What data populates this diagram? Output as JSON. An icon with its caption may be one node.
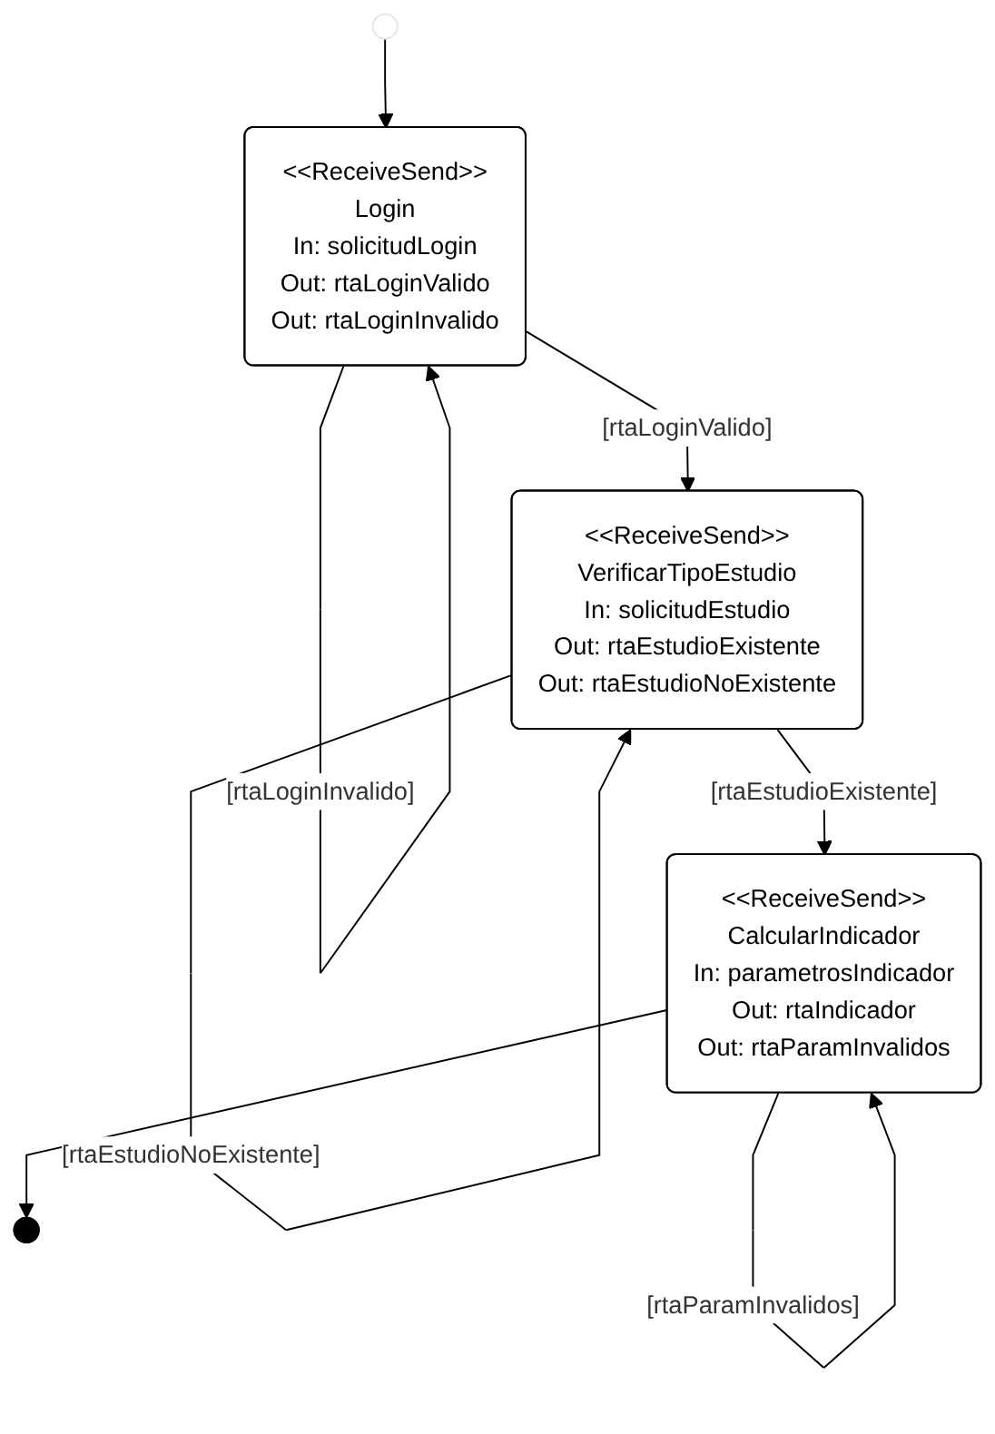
{
  "diagram": {
    "nodes": [
      {
        "text": [],
        "shape": "circle"
      },
      {
        "text": [
          "<<ReceiveSend>>",
          "Login",
          "In: solicitudLogin",
          "Out: rtaLoginValido",
          "Out: rtaLoginInvalido"
        ]
      },
      {
        "text": [
          "<<ReceiveSend>>",
          "VerificarTipoEstudio",
          "In: solicitudEstudio",
          "Out: rtaEstudioExistente",
          "Out: rtaEstudioNoExistente"
        ]
      },
      {
        "text": [
          "<<ReceiveSend>>",
          "CalcularIndicador",
          "In: parametrosIndicador",
          "Out: rtaIndicador",
          "Out: rtaParamInvalidos"
        ]
      },
      {
        "text": [],
        "shape": "circle"
      }
    ],
    "edges": [
      {
        "from": 0,
        "to": 1,
        "arrow": "to"
      },
      {
        "from": 1,
        "to": 1,
        "arrow": "to",
        "label": "[rtaLoginInvalido]"
      },
      {
        "from": 1,
        "to": 2,
        "arrow": "to",
        "label": "[rtaLoginValido]"
      },
      {
        "from": 2,
        "to": 2,
        "arrow": "to",
        "label": "[rtaEstudioNoExistente]"
      },
      {
        "from": 2,
        "to": 3,
        "arrow": "to",
        "label": "[rtaEstudioExistente]"
      },
      {
        "from": 3,
        "to": 3,
        "arrow": "to",
        "label": "[rtaParamInvalidos]"
      },
      {
        "from": 3,
        "to": 4,
        "arrow": "to"
      }
    ]
  }
}
